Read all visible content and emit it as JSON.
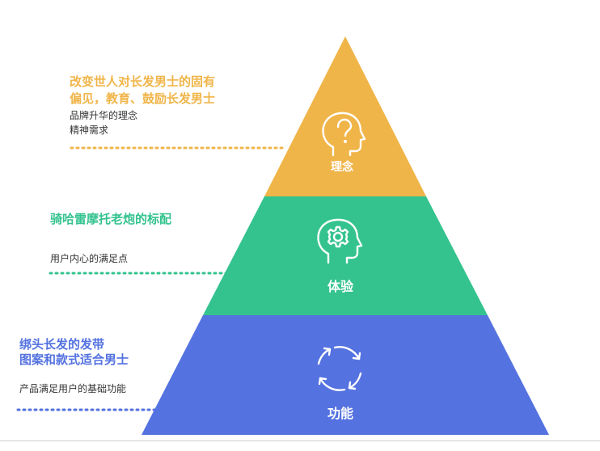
{
  "layers": [
    {
      "label": "理念",
      "color": "#f0b549",
      "icon": "head-question-icon",
      "heading": [
        "改变世人对长发男士的固有",
        "偏见，教育、鼓励长发男士"
      ],
      "sub": [
        "品牌升华的理念",
        "精神需求"
      ]
    },
    {
      "label": "体验",
      "color": "#34c38f",
      "icon": "head-gear-icon",
      "heading": [
        "骑哈雷摩托老炮的标配"
      ],
      "sub": [
        "用户内心的满足点"
      ]
    },
    {
      "label": "功能",
      "color": "#5472e0",
      "icon": "refresh-arrows-icon",
      "heading": [
        "绑头长发的发带",
        "图案和款式适合男士"
      ],
      "sub": [
        "产品满足用户的基础功能"
      ]
    }
  ]
}
